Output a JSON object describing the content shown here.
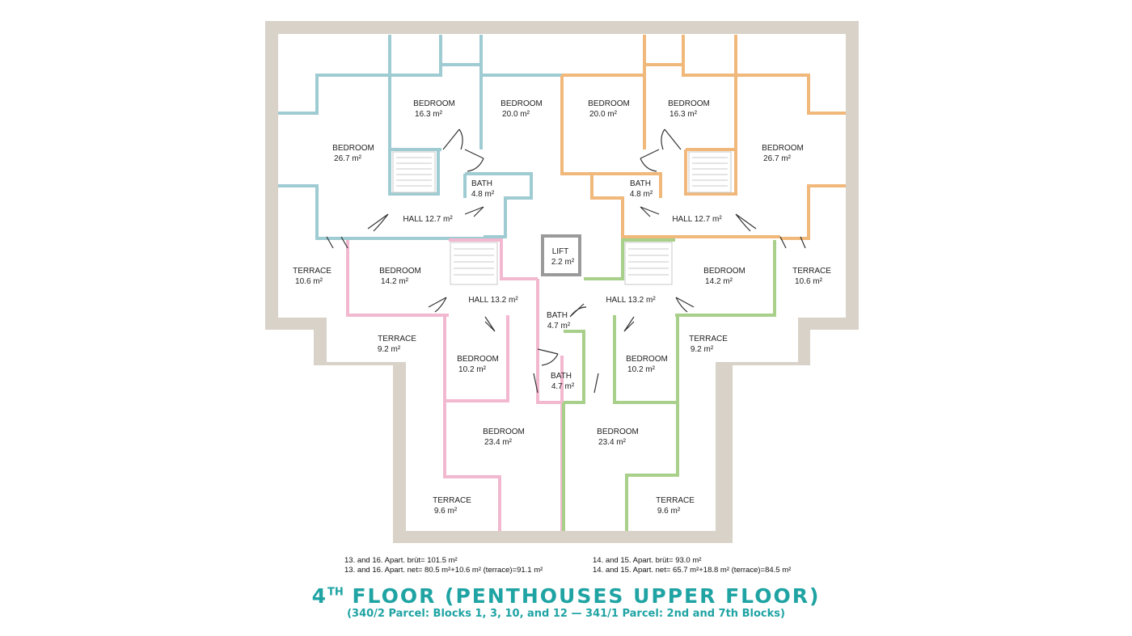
{
  "colors": {
    "outer_wall": "#d8d2c8",
    "unit_13": "#9fcbd2",
    "unit_16": "#f0b87a",
    "unit_14": "#f2b8d0",
    "unit_15": "#a8d08a",
    "core": "#9a9a9a",
    "title": "#1fa3a3"
  },
  "rooms": {
    "bed_tl_large": {
      "name": "BEDROOM",
      "area": "26.7 m²"
    },
    "bed_tl_mid": {
      "name": "BEDROOM",
      "area": "16.3 m²"
    },
    "bed_tl_inner": {
      "name": "BEDROOM",
      "area": "20.0 m²"
    },
    "bed_tr_inner": {
      "name": "BEDROOM",
      "area": "20.0 m²"
    },
    "bed_tr_mid": {
      "name": "BEDROOM",
      "area": "16.3 m²"
    },
    "bed_tr_large": {
      "name": "BEDROOM",
      "area": "26.7 m²"
    },
    "bath_tl": {
      "name": "BATH",
      "area": "4.8 m²"
    },
    "bath_tr": {
      "name": "BATH",
      "area": "4.8 m²"
    },
    "hall_tl": {
      "name": "HALL 12.7 m²"
    },
    "hall_tr": {
      "name": "HALL 12.7 m²"
    },
    "terrace_l": {
      "name": "TERRACE",
      "area": "10.6 m²"
    },
    "terrace_r": {
      "name": "TERRACE",
      "area": "10.6 m²"
    },
    "lift": {
      "name": "LIFT",
      "area": "2.2 m²"
    },
    "bed_ml": {
      "name": "BEDROOM",
      "area": "14.2 m²"
    },
    "bed_mr": {
      "name": "BEDROOM",
      "area": "14.2 m²"
    },
    "hall_ml": {
      "name": "HALL 13.2 m²"
    },
    "hall_mr": {
      "name": "HALL 13.2 m²"
    },
    "bath_c1": {
      "name": "BATH",
      "area": "4.7 m²"
    },
    "bath_c2": {
      "name": "BATH",
      "area": "4.7 m²"
    },
    "terrace_ml": {
      "name": "TERRACE",
      "area": "9.2 m²"
    },
    "terrace_mr": {
      "name": "TERRACE",
      "area": "9.2 m²"
    },
    "bed_sl": {
      "name": "BEDROOM",
      "area": "10.2 m²"
    },
    "bed_sr": {
      "name": "BEDROOM",
      "area": "10.2 m²"
    },
    "bed_bl": {
      "name": "BEDROOM",
      "area": "23.4 m²"
    },
    "bed_br": {
      "name": "BEDROOM",
      "area": "23.4 m²"
    },
    "terrace_bl": {
      "name": "TERRACE",
      "area": "9.6 m²"
    },
    "terrace_br": {
      "name": "TERRACE",
      "area": "9.6 m²"
    }
  },
  "stats": {
    "left_line1": "13. and 16. Apart. brüt= 101.5 m²",
    "left_line2": "13. and 16. Apart. net= 80.5 m²+10.6 m² (terrace)=91.1 m²",
    "right_line1": "14. and 15. Apart. brüt= 93.0 m²",
    "right_line2": "14. and 15. Apart. net= 65.7 m²+18.8 m² (terrace)=84.5 m²"
  },
  "title": {
    "main_prefix": "4",
    "main_sup": "TH",
    "main_rest": " FLOOR (PENTHOUSES UPPER FLOOR)",
    "subtitle": "(340/2 Parcel: Blocks 1, 3, 10, and 12 — 341/1 Parcel: 2nd and 7th Blocks)"
  }
}
